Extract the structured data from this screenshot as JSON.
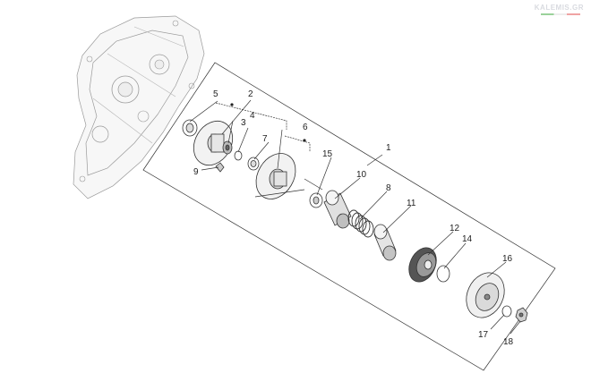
{
  "watermark": {
    "text": "KALEMIS.GR"
  },
  "callouts": {
    "p1": "1",
    "p2": "2",
    "p3": "3",
    "p4": "4",
    "p5": "5",
    "p6": "6",
    "p7": "7",
    "p8": "8",
    "p9": "9",
    "p10": "10",
    "p11": "11",
    "p12": "12",
    "p14": "14",
    "p15": "15",
    "p16": "16",
    "p17": "17",
    "p18": "18"
  }
}
